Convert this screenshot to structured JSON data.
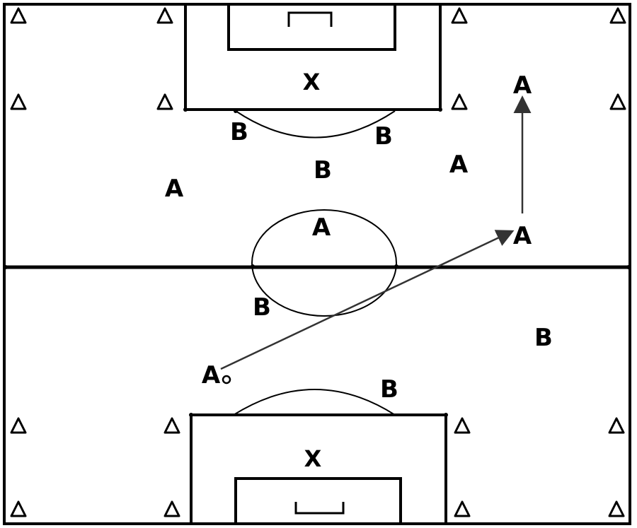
{
  "labels": {
    "player_a": "A",
    "player_b": "B",
    "goalkeeper_x": "X"
  },
  "players": [
    {
      "id": "a-top-right",
      "team": "A"
    },
    {
      "id": "a-right-mid",
      "team": "A"
    },
    {
      "id": "a-left",
      "team": "A"
    },
    {
      "id": "a-center-circle",
      "team": "A"
    },
    {
      "id": "a-right-center",
      "team": "A"
    },
    {
      "id": "a-bottom-left-passer",
      "team": "A"
    },
    {
      "id": "b-top-arc-left",
      "team": "B"
    },
    {
      "id": "b-top-arc-right",
      "team": "B"
    },
    {
      "id": "b-below-top-box",
      "team": "B"
    },
    {
      "id": "b-center-circle-left",
      "team": "B"
    },
    {
      "id": "b-right-lower",
      "team": "B"
    },
    {
      "id": "b-bottom-arc",
      "team": "B"
    }
  ],
  "goalkeepers": [
    {
      "id": "x-top"
    },
    {
      "id": "x-bottom"
    }
  ],
  "colors": {
    "lines": "#000000",
    "background": "#ffffff",
    "arrows": "#333333"
  },
  "icons": {
    "cone": "triangle-cone-icon"
  }
}
